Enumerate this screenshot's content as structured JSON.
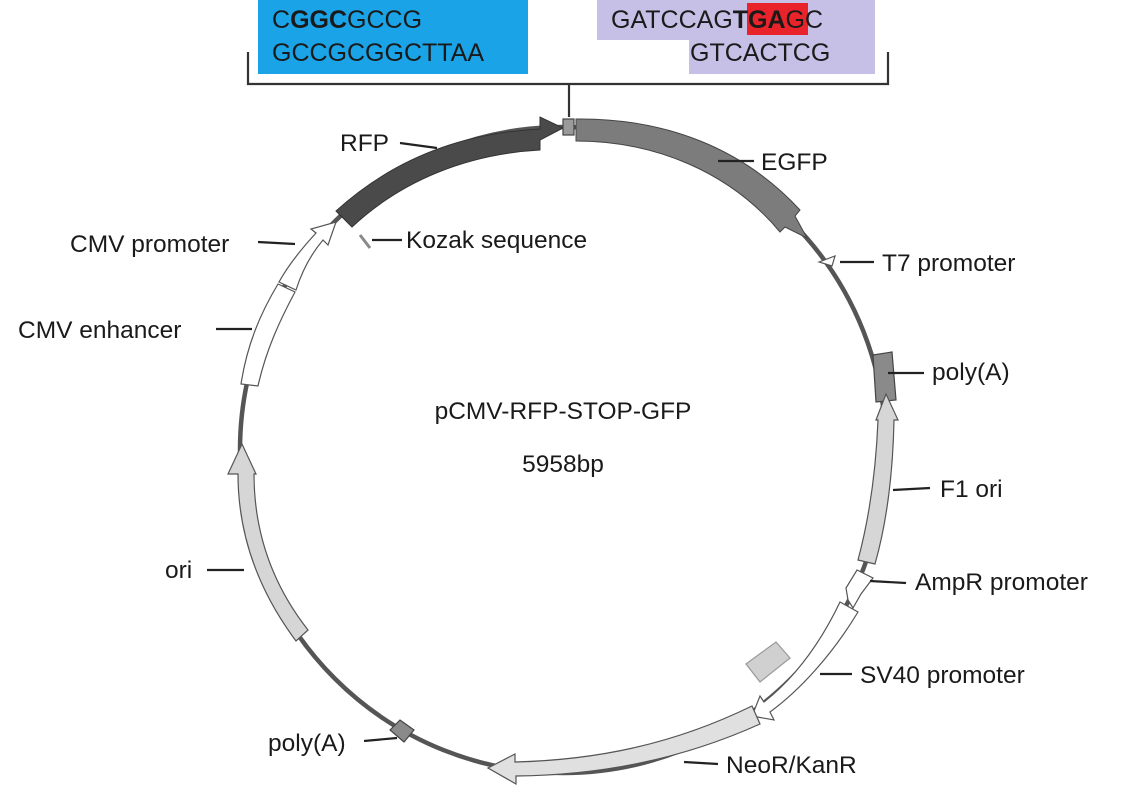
{
  "plasmid": {
    "name": "pCMV-RFP-STOP-GFP",
    "size": "5958bp"
  },
  "inserts": {
    "left": {
      "color": "#1aa3e6",
      "top": {
        "pre": "C",
        "bold": "GGC",
        "post": "GCCG"
      },
      "bottom": "GCCGCGGCTTAA"
    },
    "right": {
      "color": "#c6c0e7",
      "highlight_color": "#e8232a",
      "top": {
        "pre": "GATCCAG",
        "bold": "TGA",
        "post": "GC"
      },
      "bottom": "GTCACTCG"
    }
  },
  "features": {
    "rfp": "RFP",
    "egfp": "EGFP",
    "kozak": "Kozak sequence",
    "cmv_promoter": "CMV promoter",
    "t7_promoter": "T7 promoter",
    "cmv_enhancer": "CMV enhancer",
    "polya_right": "poly(A)",
    "f1_ori": "F1 ori",
    "ori": "ori",
    "ampr_promoter": "AmpR promoter",
    "sv40_promoter": "SV40 promoter",
    "polya_left": "poly(A)",
    "neor_kanr": "NeoR/KanR"
  },
  "colors": {
    "backbone": "#555555",
    "dark_feature": "#4a4a4a",
    "mid_feature": "#7c7c7c",
    "light_feature": "#d6d6d6",
    "open_feature": "#ffffff"
  }
}
